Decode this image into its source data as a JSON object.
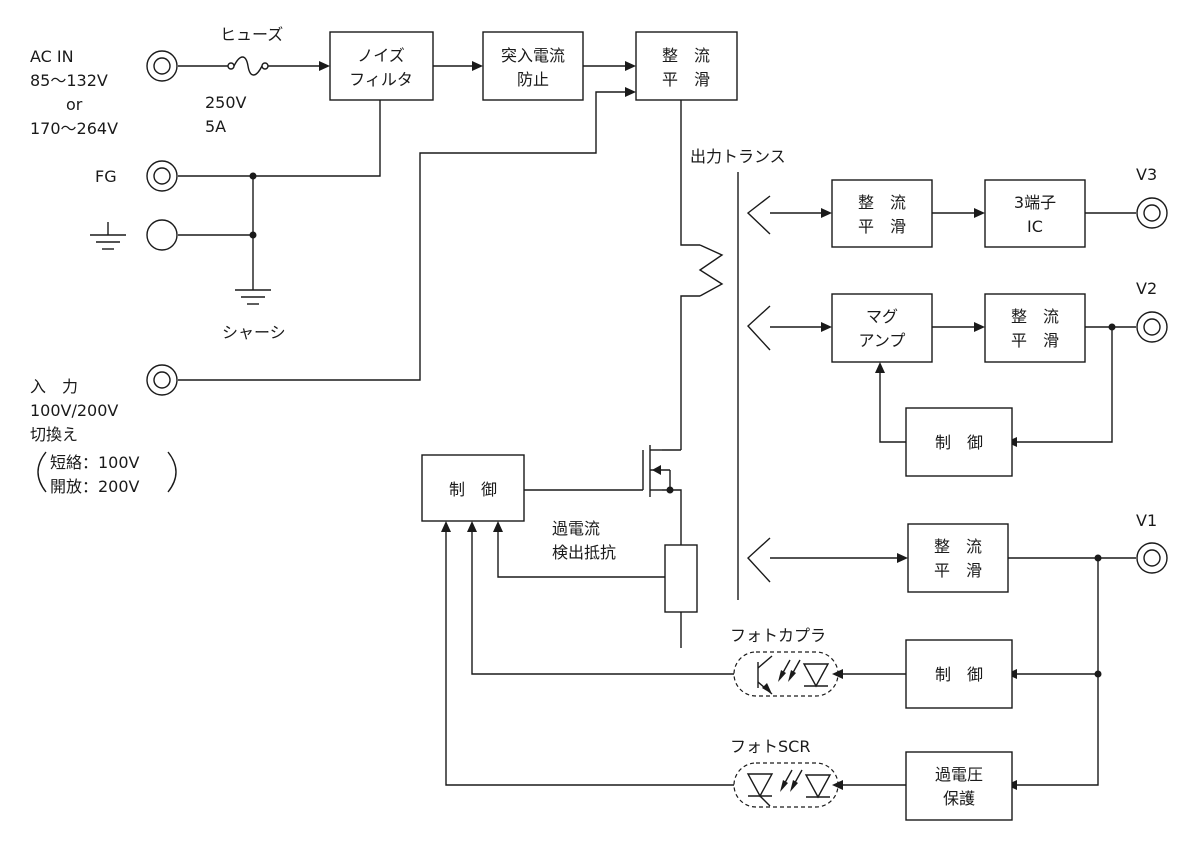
{
  "labels": {
    "ac_in": "AC IN",
    "ac_range1": "85～132V",
    "ac_or": "or",
    "ac_range2": "170～264V",
    "fuse": "ヒューズ",
    "fuse_voltage": "250V",
    "fuse_current": "5A",
    "fg": "FG",
    "chassis": "シャーシ",
    "input": "入　力",
    "input_switch1": "100V/200V",
    "input_switch2": "切換え",
    "short": "短絡：100V",
    "open": "開放：200V",
    "output_transformer": "出力トランス",
    "overcurrent1": "過電流",
    "overcurrent2": "検出抵抗",
    "photocoupler": "フォトカプラ",
    "photoscr": "フォトSCR",
    "v1": "V1",
    "v2": "V2",
    "v3": "V3"
  },
  "blocks": {
    "noise_filter": [
      "ノイズ",
      "フィルタ"
    ],
    "inrush": [
      "突入電流",
      "防止"
    ],
    "rectifier_main": [
      "整　流",
      "平　滑"
    ],
    "rectifier_v3": [
      "整　流",
      "平　滑"
    ],
    "regulator_3term": [
      "3端子",
      "IC"
    ],
    "mag_amp": [
      "マグ",
      "アンプ"
    ],
    "rectifier_v2": [
      "整　流",
      "平　滑"
    ],
    "control_v2": [
      "制　御"
    ],
    "control_main": [
      "制　御"
    ],
    "rectifier_v1": [
      "整　流",
      "平　滑"
    ],
    "control_v1": [
      "制　御"
    ],
    "ovp": [
      "過電圧",
      "保護"
    ]
  }
}
